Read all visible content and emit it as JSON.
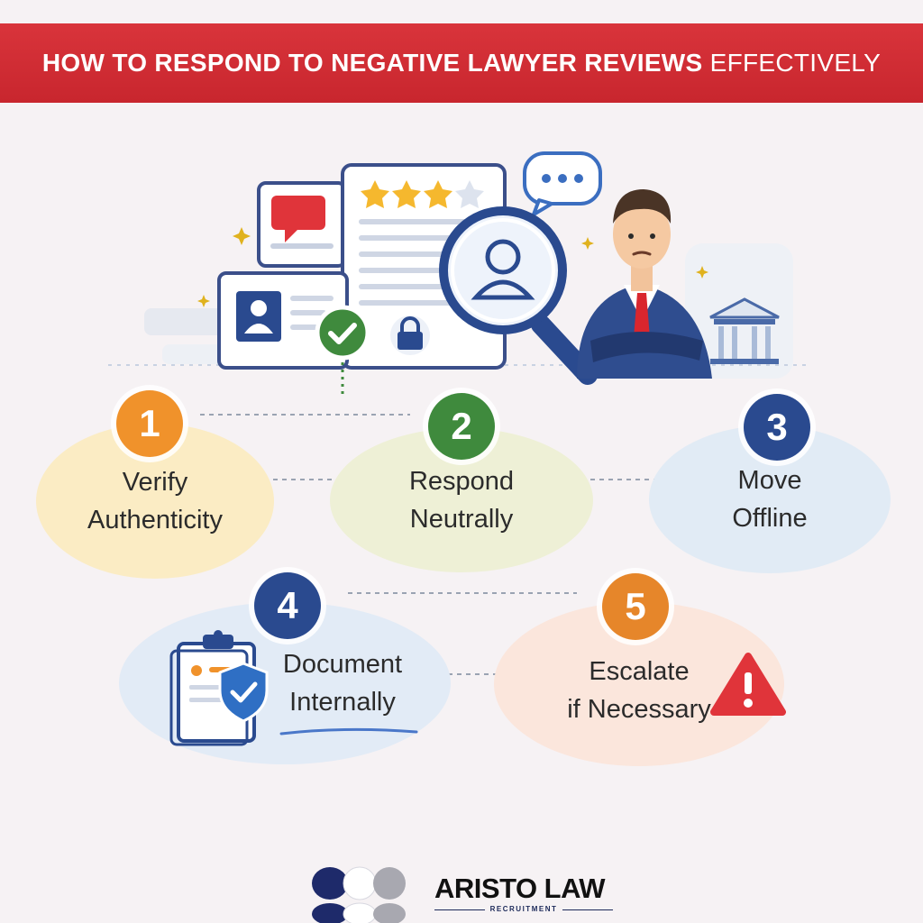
{
  "title": {
    "main": "HOW TO RESPOND TO NEGATIVE LAWYER REVIEWS",
    "tail": "EFFECTIVELY"
  },
  "steps": [
    {
      "number": "1",
      "label": "Verify\nAuthenticity",
      "badge_color": "#f0922b",
      "blob_color": "#fbecc4"
    },
    {
      "number": "2",
      "label": "Respond\nNeutrally",
      "badge_color": "#3f8a3d",
      "blob_color": "#eef0d6"
    },
    {
      "number": "3",
      "label": "Move\nOffline",
      "badge_color": "#2a4a8f",
      "blob_color": "#e1ebf5"
    },
    {
      "number": "4",
      "label": "Document\nInternally",
      "badge_color": "#2a4a8f",
      "blob_color": "#e2ebf6"
    },
    {
      "number": "5",
      "label": "Escalate\nif Necessary",
      "badge_color": "#e6862a",
      "blob_color": "#fbe6dc"
    }
  ],
  "brand": {
    "name": "ARISTO LAW",
    "sub": "RECRUITMENT"
  },
  "icons": {
    "hero": [
      "chat-bubble-icon",
      "review-document-icon",
      "star-rating-icon",
      "magnifier-icon",
      "profile-card-icon",
      "check-badge-icon",
      "lock-icon",
      "lawyer-figure",
      "courthouse-icon",
      "typing-bubble-icon"
    ],
    "step4": "clipboard-shield-icon",
    "step5": "warning-icon"
  },
  "colors": {
    "banner": "#cc2b33",
    "navy": "#2a3f7a",
    "background": "#f6f2f4"
  }
}
